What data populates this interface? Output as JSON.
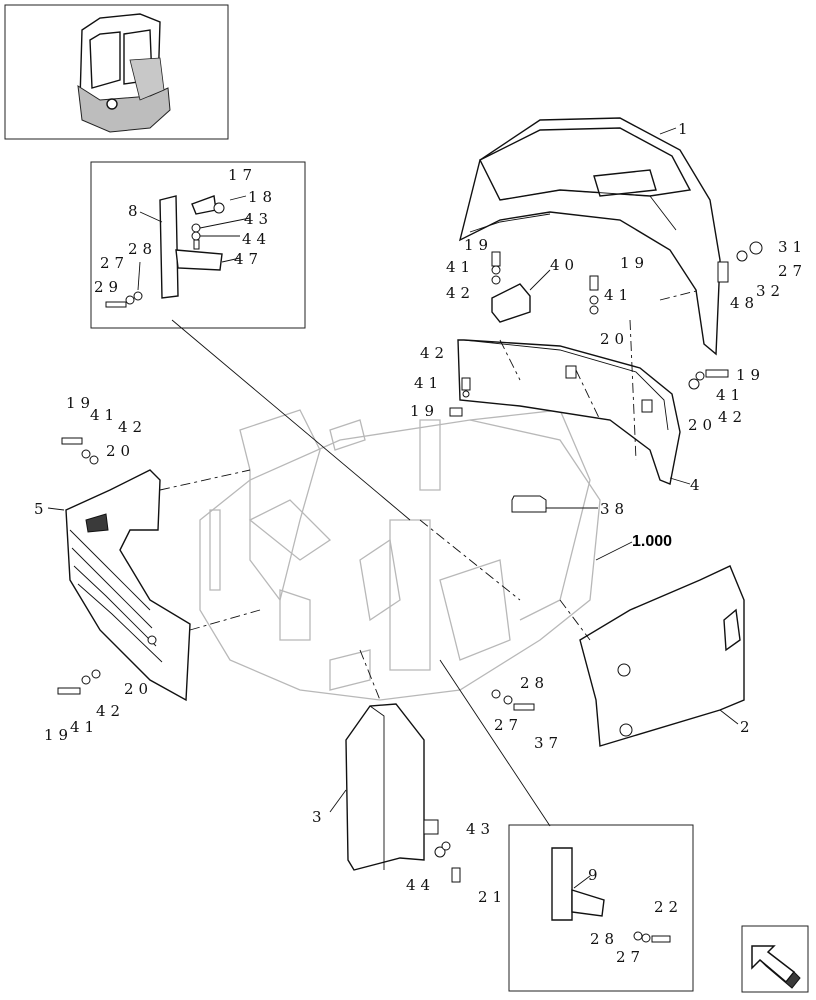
{
  "colors": {
    "line": "#111111",
    "frame": "#b8b8b8",
    "background": "#ffffff"
  },
  "callouts": {
    "c1": "1",
    "c2": "2",
    "c3": "3",
    "c4": "4",
    "c5": "5",
    "c1000": "1.000",
    "c17": "17",
    "c18": "18",
    "c8": "8",
    "c43a": "43",
    "c44a": "44",
    "c47": "47",
    "c28a": "28",
    "c27a": "27",
    "c29": "29",
    "c19a": "19",
    "c41a": "41",
    "c42a": "42",
    "c40": "40",
    "c19b": "19",
    "c41b": "41",
    "c20a": "20",
    "c31": "31",
    "c27b": "27",
    "c32": "32",
    "c48": "48",
    "c42b": "42",
    "c41c": "41",
    "c19c": "19",
    "c19d": "19",
    "c41d": "41",
    "c20b": "20",
    "c42c": "42",
    "c19e": "19",
    "c41e": "41",
    "c42d": "42",
    "c20c": "20",
    "c38": "38",
    "c20d": "20",
    "c19f": "19",
    "c41f": "41",
    "c42e": "42",
    "c28b": "28",
    "c27c": "27",
    "c37": "37",
    "c43b": "43",
    "c44b": "44",
    "c21": "21",
    "c9": "9",
    "c22": "22",
    "c28c": "28",
    "c27d": "27"
  },
  "icons": {
    "navigation": "orientation-arrow-icon",
    "thumbnail": "machine-overview-icon"
  }
}
